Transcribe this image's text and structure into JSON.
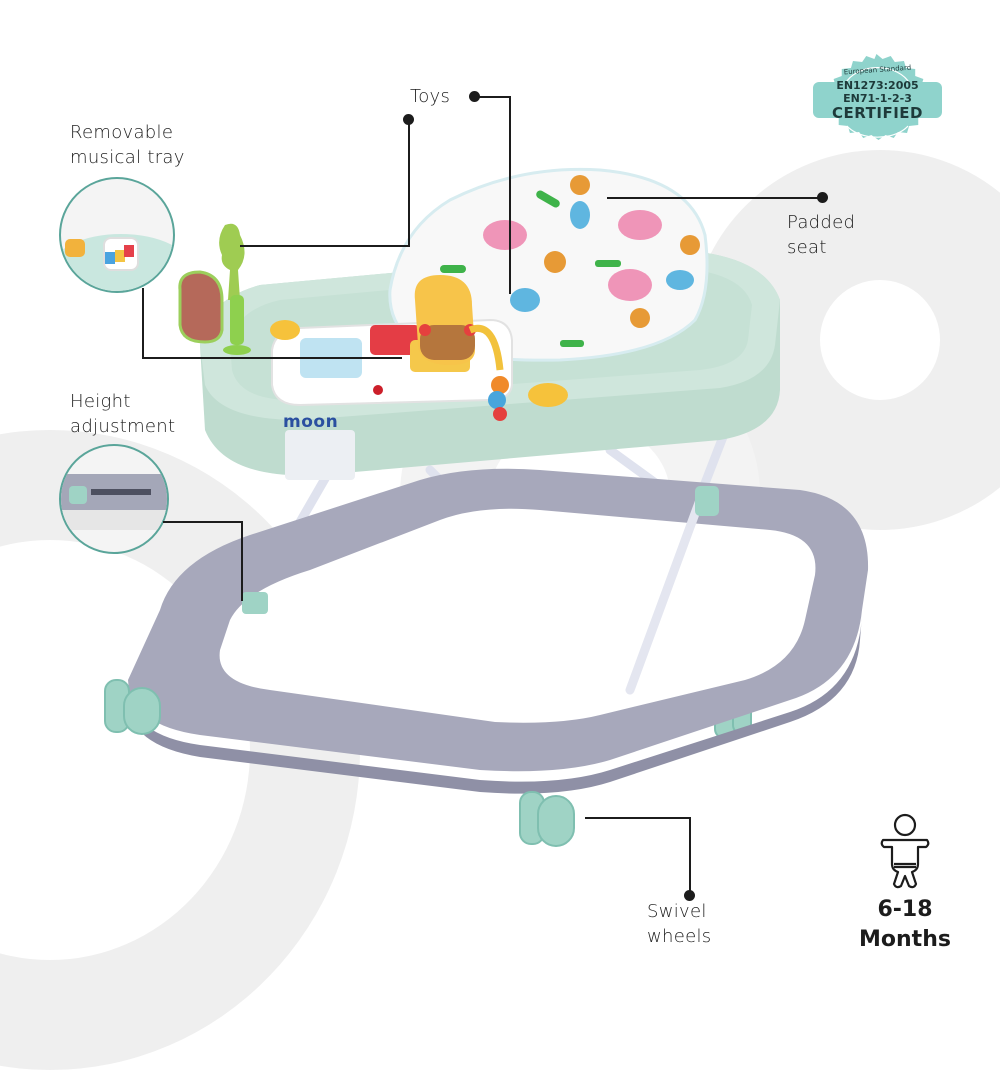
{
  "badge": {
    "arc_text": "European Standard",
    "line1": "EN1273:2005",
    "line2": "EN71-1-2-3",
    "line3": "CERTIFIED",
    "color": "#8fd3cc"
  },
  "features": {
    "toys": "Toys",
    "tray_line1": "Removable",
    "tray_line2": "musical tray",
    "seat_line1": "Padded",
    "seat_line2": "seat",
    "height_line1": "Height",
    "height_line2": "adjustment",
    "wheels_line1": "Swivel",
    "wheels_line2": "wheels"
  },
  "product": {
    "brand": "moon",
    "tray_color": "#cfe6dc",
    "base_color": "#a9aabb",
    "wheel_color": "#9fd3c5"
  },
  "age": {
    "range": "6-18",
    "unit": "Months"
  }
}
